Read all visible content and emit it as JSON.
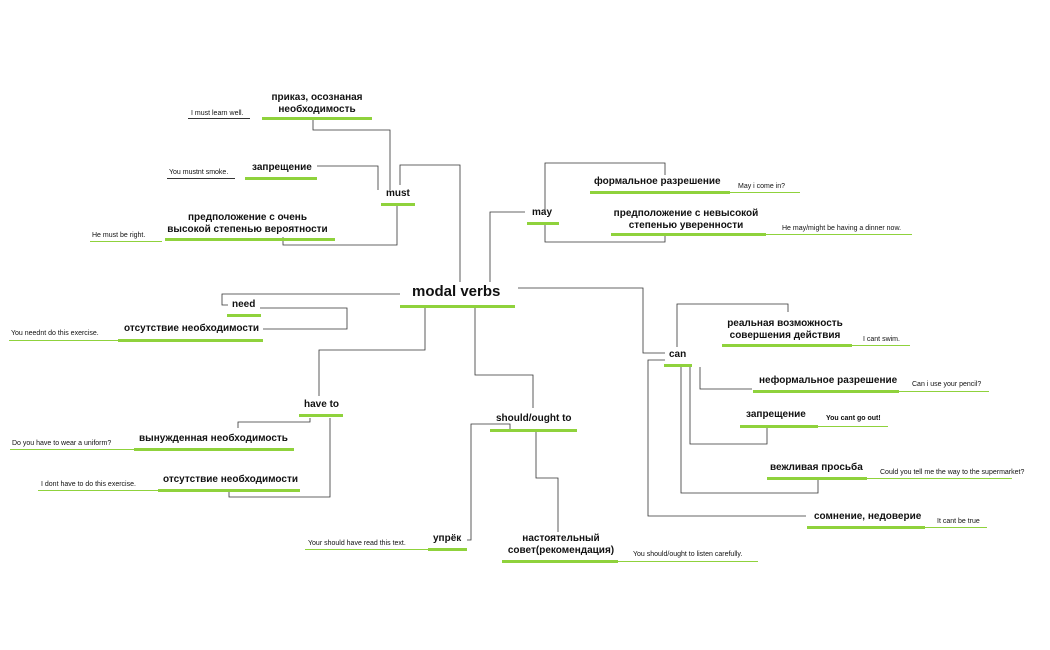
{
  "root": "modal verbs",
  "must": {
    "label": "must",
    "meanings": [
      {
        "label": "приказ, осознаная\nнеобходимость",
        "example": "I must learn well."
      },
      {
        "label": "запрещение",
        "example": "You mustnt smoke."
      },
      {
        "label": "предположение с очень\nвысокой степенью вероятности",
        "example": "He must be right."
      }
    ]
  },
  "may": {
    "label": "may",
    "meanings": [
      {
        "label": "формальное разрешение",
        "example": "May i come in?"
      },
      {
        "label": "предположение с невысокой\nстепенью уверенности",
        "example": "He may/might be having a dinner now."
      }
    ]
  },
  "need": {
    "label": "need",
    "meanings": [
      {
        "label": "отсутствие необходимости",
        "example": "You neednt do this exercise."
      }
    ]
  },
  "have_to": {
    "label": "have to",
    "meanings": [
      {
        "label": "вынужденная необходимость",
        "example": "Do you have to wear a uniform?"
      },
      {
        "label": "отсутствие необходимости",
        "example": "I dont have to do this exercise."
      }
    ]
  },
  "should": {
    "label": "should/ought to",
    "meanings": [
      {
        "label": "упрёк",
        "example": "Your should have read this text."
      },
      {
        "label": "настоятельный\nсовет(рекомендация)",
        "example": "You should/ought to listen carefully."
      }
    ]
  },
  "can": {
    "label": "can",
    "meanings": [
      {
        "label": "реальная возможность\nсовершения действия",
        "example": "I cant swim."
      },
      {
        "label": "неформальное разрешение",
        "example": "Can i use your pencil?"
      },
      {
        "label": "запрещение",
        "example": "You cant go out!"
      },
      {
        "label": "вежливая просьба",
        "example": "Could you tell me the way to the supermarket?"
      },
      {
        "label": "сомнение, недоверие",
        "example": "It cant be true"
      }
    ]
  },
  "colors": {
    "accent": "#8fd23c",
    "connector": "#333333"
  }
}
